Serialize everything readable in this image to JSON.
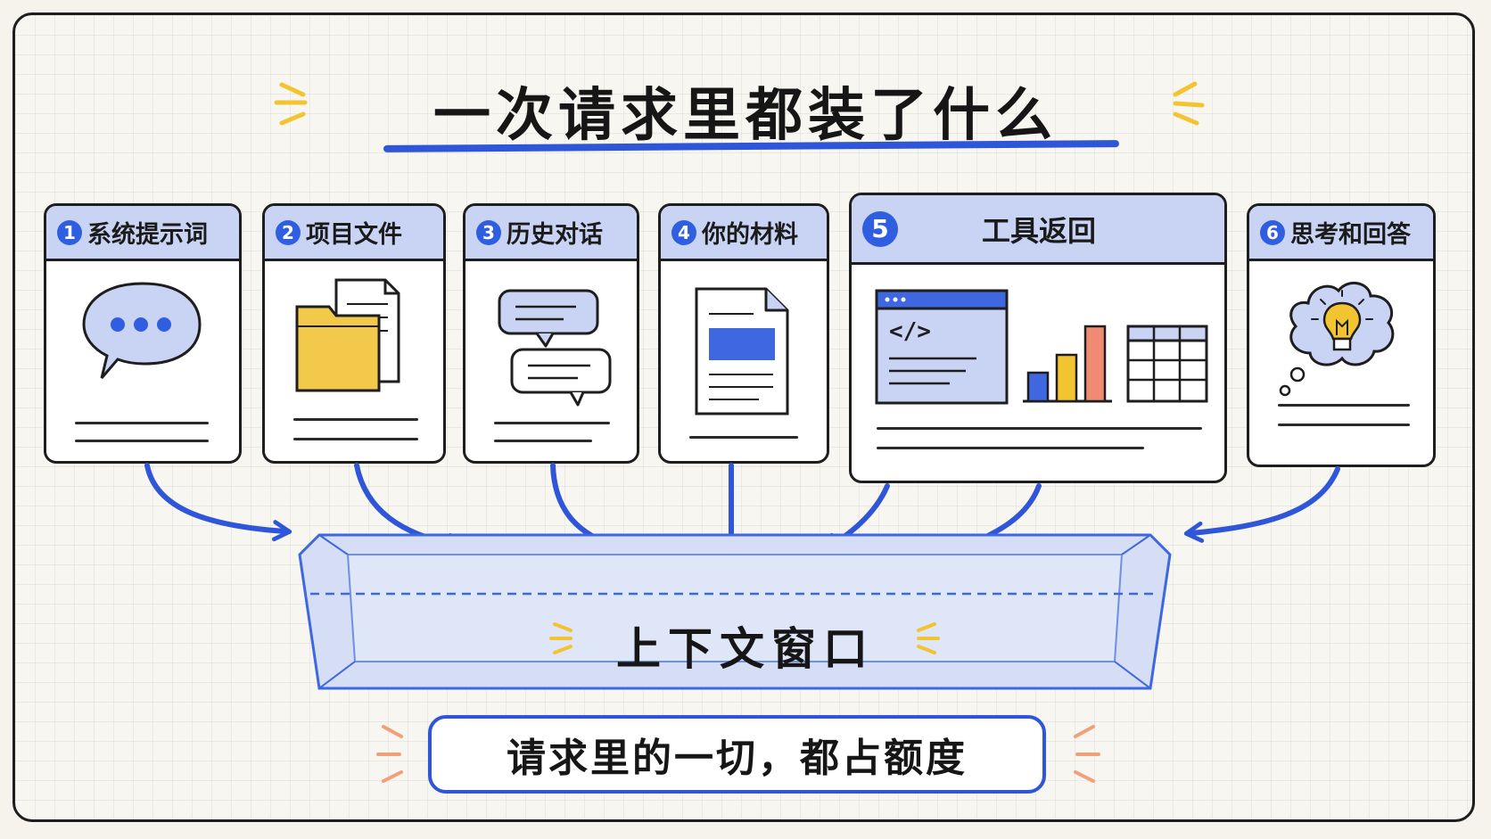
{
  "title": "一次请求里都装了什么",
  "items": [
    {
      "number": "1",
      "label": "系统提示词",
      "icon": "speech-bubble-icon"
    },
    {
      "number": "2",
      "label": "项目文件",
      "icon": "folder-icon"
    },
    {
      "number": "3",
      "label": "历史对话",
      "icon": "chat-history-icon"
    },
    {
      "number": "4",
      "label": "你的材料",
      "icon": "document-icon"
    },
    {
      "number": "5",
      "label": "工具返回",
      "icon": "tool-output-icon"
    },
    {
      "number": "6",
      "label": "思考和回答",
      "icon": "lightbulb-thought-icon"
    }
  ],
  "container_label": "上下文窗口",
  "note": "请求里的一切，都占额度",
  "colors": {
    "accent": "#2f56d8",
    "header_fill": "#c9d3f4",
    "container_fill": "#d6def6",
    "sparkle_yellow": "#f3c431",
    "sparkle_orange": "#f0a07a",
    "folder_yellow": "#f3c94b",
    "bar_red": "#f08a73"
  }
}
